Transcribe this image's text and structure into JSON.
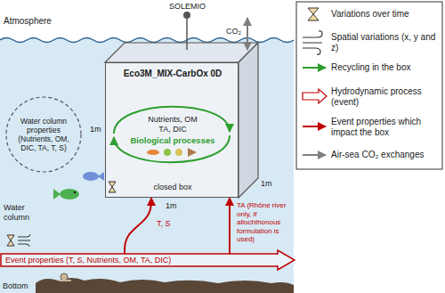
{
  "diagram": {
    "nodes": [
      {
        "text": [
          "Eco3M_MIX-CarbOx 0D",
          "Nutrients, OM TA, DIC",
          "Biological processes",
          "closed box"
        ]
      },
      {
        "text": [
          "Water column properties (Nutrients, OM, DIC, TA, T, S)"
        ]
      },
      {
        "text": [
          "Event properties (T, S, Nutrients, OM, TA, DIC)"
        ]
      }
    ],
    "edges": [
      {
        "from": 2,
        "to": 0,
        "arrow": "to",
        "label": "T, S"
      },
      {
        "from": 2,
        "to": 0,
        "arrow": "to",
        "label": "TA (Rhône river only, if allochthonous formulation is used)"
      }
    ],
    "labels": [
      "SOLEMIO",
      "CO₂",
      "Atmosphere",
      "1m",
      "1m",
      "1m",
      "Water column",
      "Bottom"
    ],
    "legend": [
      {
        "text": "Variations over time"
      },
      {
        "text": "Spatial variations (x, y and z)"
      },
      {
        "text": "Recycling in the box"
      },
      {
        "text": "Hydrodynamic process (event)"
      },
      {
        "text": "Event properties which impact the box"
      },
      {
        "text": "Air-sea CO₂ exchanges"
      }
    ]
  }
}
